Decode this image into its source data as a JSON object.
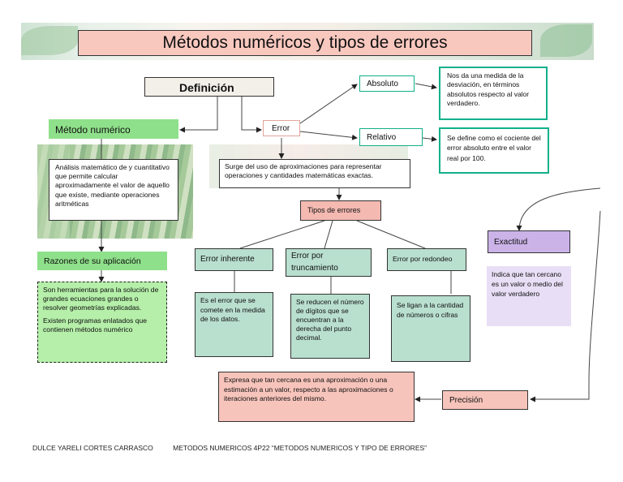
{
  "title": "Métodos numéricos y tipos de errores",
  "definicion": "Definición",
  "metodo": {
    "label": "Método numérico",
    "text": "Análisis matemático de y cuantitativo que permite calcular aproximadamente el valor de aquello que existe, mediante operaciones aritméticas"
  },
  "razones": {
    "label": "Razones de su aplicación",
    "text1": "Son herramientas para la solución de grandes ecuaciones grandes o resolver geometrías explicadas.",
    "text2": "Existen programas enlatados que contienen métodos numérico"
  },
  "error": {
    "label": "Error",
    "text": "Surge del uso de aproximaciones para representar operaciones y cantidades matemáticas exactas."
  },
  "absoluto": {
    "label": "Absoluto",
    "text": "Nos da una medida de la desviación, en términos absolutos respecto al valor verdadero."
  },
  "relativo": {
    "label": "Relativo",
    "text": "Se define como el cociente del error absoluto entre el valor real por 100."
  },
  "tipos": {
    "label": "Tipos de errores",
    "inherente": {
      "label": "Error inherente",
      "text": "Es el error que se comete en la medida de los datos."
    },
    "truncamiento": {
      "label": "Error  por truncamiento",
      "text": "Se reducen el número de dígitos que se encuentran a la derecha del punto decimal."
    },
    "redondeo": {
      "label": "Error por redondeo",
      "text": "Se ligan a la cantidad de números o cifras"
    }
  },
  "exactitud": {
    "label": "Exactitud",
    "text": "Indica que tan cercano es un valor o medio del valor verdadero"
  },
  "precision": {
    "label": "Precisión",
    "text": "Expresa que tan cercana es una aproximación o una estimación a un valor, respecto a las aproximaciones o iteraciones anteriores del mismo."
  },
  "footer": {
    "author": "DULCE YARELI CORTES CARRASCO",
    "course": "METODOS NUMERICOS 4P22  “METODOS NUMERICOS Y TIPO DE ERRORES”"
  },
  "colors": {
    "title_bg": "#f8c8bf",
    "green_label": "#8fe08a",
    "teal_box": "#b9dfcf",
    "teal_border": "#12b08a",
    "purple_label": "#cbb3e8",
    "purple_box": "#e8def5",
    "pink_box": "#f7c4bb"
  }
}
